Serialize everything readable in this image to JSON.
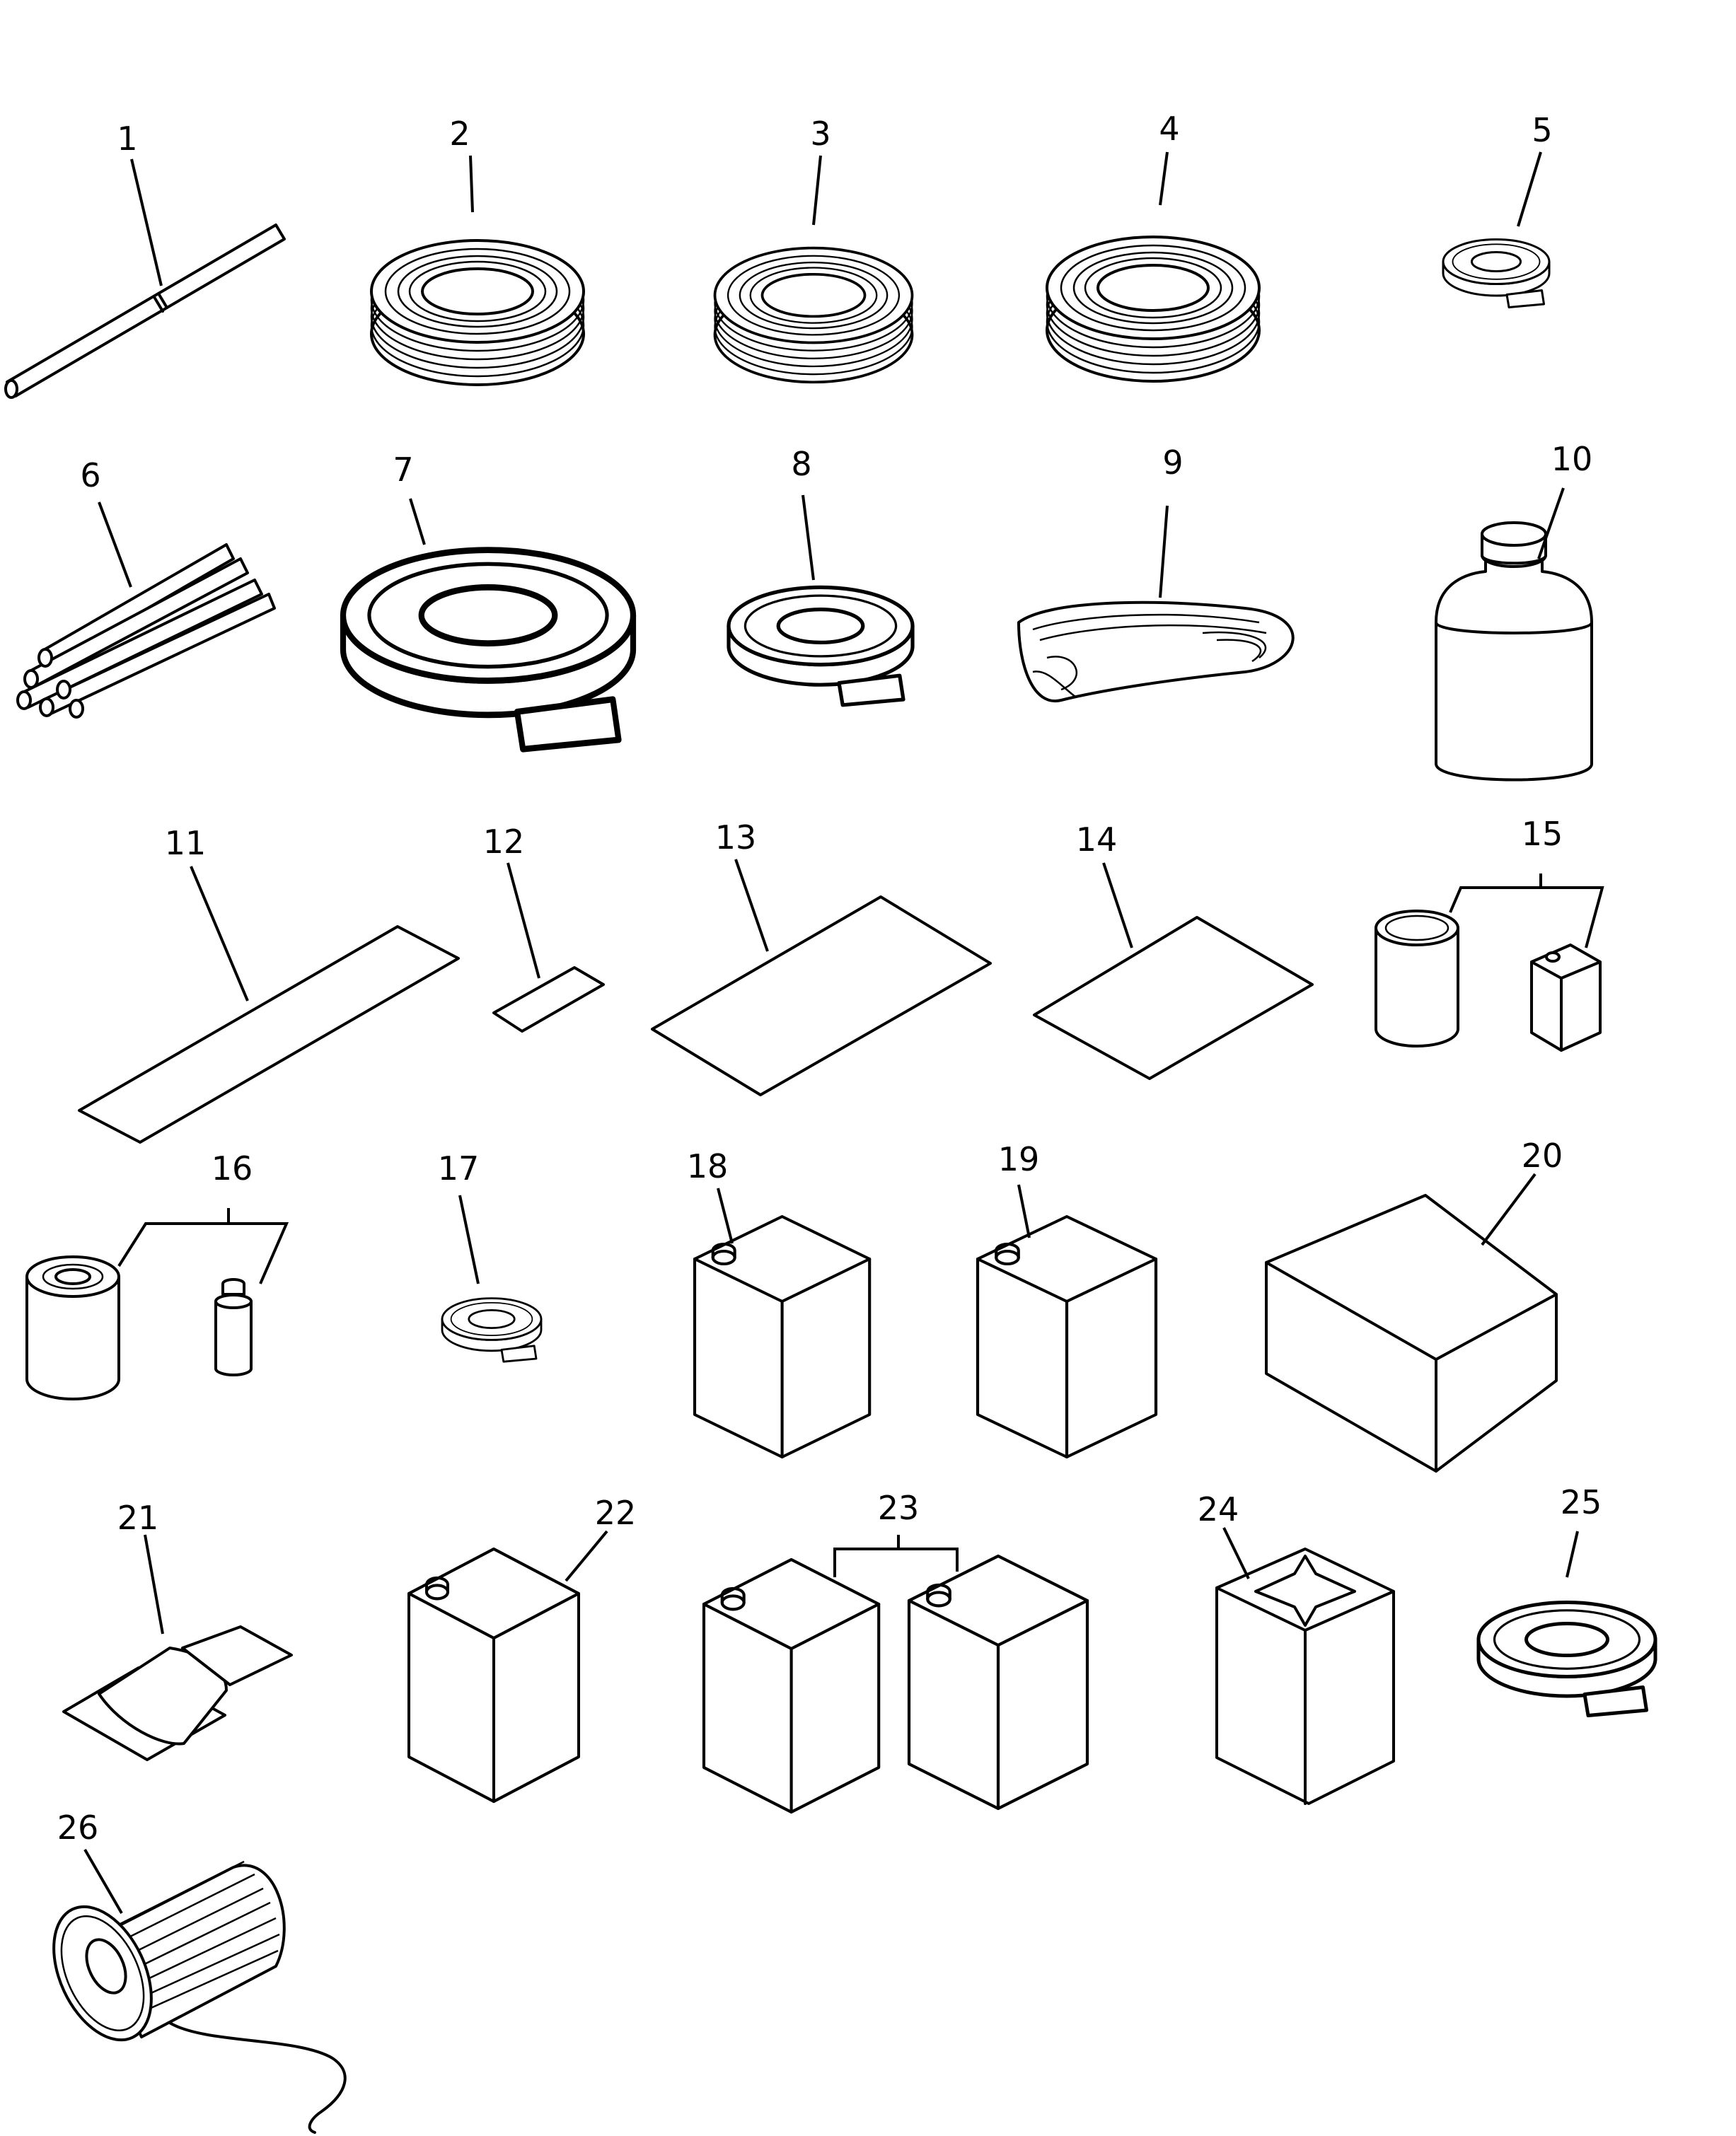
{
  "diagram": {
    "parts": [
      {
        "id": "part-1",
        "label": "1"
      },
      {
        "id": "part-2",
        "label": "2"
      },
      {
        "id": "part-3",
        "label": "3"
      },
      {
        "id": "part-4",
        "label": "4"
      },
      {
        "id": "part-5",
        "label": "5"
      },
      {
        "id": "part-6",
        "label": "6"
      },
      {
        "id": "part-7",
        "label": "7"
      },
      {
        "id": "part-8",
        "label": "8"
      },
      {
        "id": "part-9",
        "label": "9"
      },
      {
        "id": "part-10",
        "label": "10"
      },
      {
        "id": "part-11",
        "label": "11"
      },
      {
        "id": "part-12",
        "label": "12"
      },
      {
        "id": "part-13",
        "label": "13"
      },
      {
        "id": "part-14",
        "label": "14"
      },
      {
        "id": "part-15",
        "label": "15"
      },
      {
        "id": "part-16",
        "label": "16"
      },
      {
        "id": "part-17",
        "label": "17"
      },
      {
        "id": "part-18",
        "label": "18"
      },
      {
        "id": "part-19",
        "label": "19"
      },
      {
        "id": "part-20",
        "label": "20"
      },
      {
        "id": "part-21",
        "label": "21"
      },
      {
        "id": "part-22",
        "label": "22"
      },
      {
        "id": "part-23",
        "label": "23"
      },
      {
        "id": "part-24",
        "label": "24"
      },
      {
        "id": "part-25",
        "label": "25"
      },
      {
        "id": "part-26",
        "label": "26"
      }
    ]
  }
}
